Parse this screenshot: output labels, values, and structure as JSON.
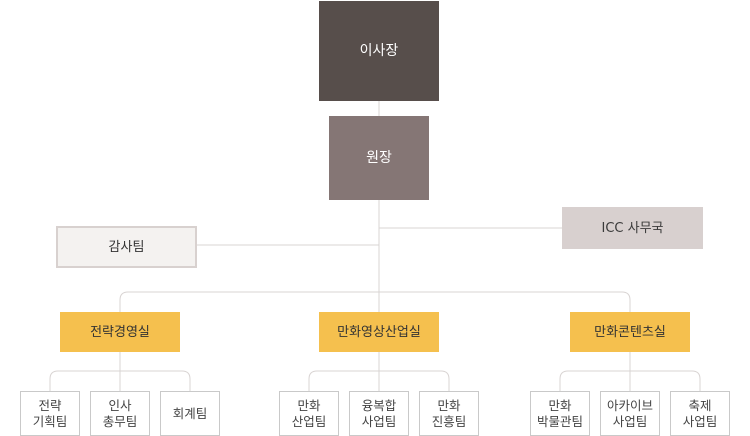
{
  "org": {
    "chairman": "이사장",
    "director": "원장",
    "audit_team": "감사팀",
    "icc_office": "ICC 사무국",
    "departments": [
      {
        "name": "전략경영실",
        "teams": [
          "전략\n기획팀",
          "인사\n총무팀",
          "회계팀"
        ]
      },
      {
        "name": "만화영상산업실",
        "teams": [
          "만화\n산업팀",
          "융복합\n사업팀",
          "만화\n진흥팀"
        ]
      },
      {
        "name": "만화콘텐츠실",
        "teams": [
          "만화\n박물관팀",
          "아카이브\n사업팀",
          "축제\n사업팀"
        ]
      }
    ]
  },
  "colors": {
    "chairman_bg": "#574e4b",
    "director_bg": "#857675",
    "icc_bg": "#d8d0cf",
    "audit_bg": "#f4f2f0",
    "department_bg": "#f5c04e",
    "connector_line": "#d9d4d3"
  }
}
